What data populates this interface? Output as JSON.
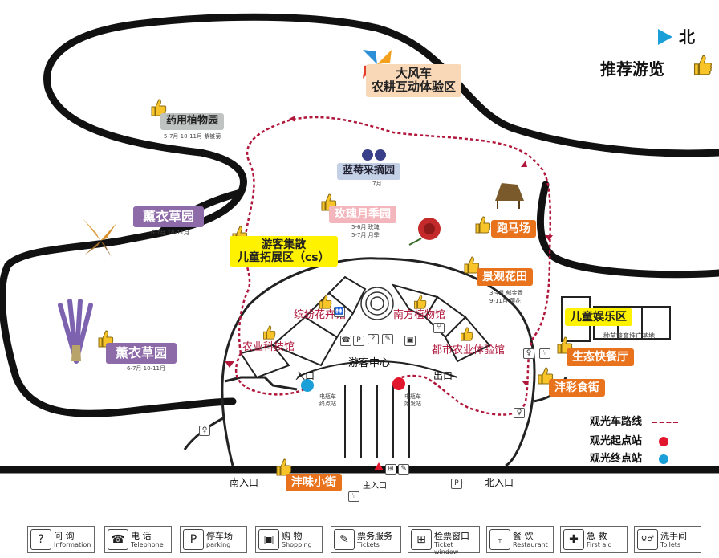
{
  "header": {
    "north": "北",
    "recommend": "推荐游览"
  },
  "zones": {
    "windmill": {
      "line1": "大风车",
      "line2": "农耕互动体验区"
    },
    "herb": {
      "name": "药用植物园",
      "note": "5-7月 10-11月 紫锥菊"
    },
    "blueberry": {
      "name": "蓝莓采摘园",
      "note": "7月"
    },
    "lavender_top": {
      "name": "薰衣草园",
      "note": "6-7月 10-11月"
    },
    "lavender_bottom": {
      "name": "薰衣草园",
      "note": "6-7月 10-11月"
    },
    "rose": {
      "name": "玫瑰月季园",
      "note1": "5-6月 玫瑰",
      "note2": "5-7月 月季"
    },
    "horse": {
      "name": "跑马场"
    },
    "gathering": {
      "line1": "游客集散",
      "line2": "儿童拓展区（cs）"
    },
    "flower_field": {
      "name": "景观花田",
      "note1": "3-4月 郁金香",
      "note2": "9-11月 菊花"
    },
    "kids_fun": {
      "name": "儿童娱乐区"
    },
    "nursery": {
      "name": "种苗繁育推广基地"
    },
    "eco_food": {
      "name": "生态快餐厅"
    },
    "food_street": {
      "name": "沣彩食街"
    },
    "flower_hall": {
      "name": "缤纷花卉馆"
    },
    "south_plant": {
      "name": "南方植物馆"
    },
    "agri_tech": {
      "name": "农业科技馆"
    },
    "urban_agri": {
      "name": "都市农业体验馆"
    },
    "visitor_center": {
      "name": "游客中心"
    },
    "entry": {
      "name": "入口"
    },
    "exit": {
      "name": "出口"
    },
    "end_station": {
      "line1": "电瓶车",
      "line2": "终点站"
    },
    "start_station": {
      "line1": "电瓶车",
      "line2": "始发站"
    },
    "flavor_street": {
      "name": "沣味小街"
    },
    "south_entrance": {
      "name": "南入口"
    },
    "main_entrance": {
      "name": "主入口"
    },
    "north_entrance": {
      "name": "北入口"
    }
  },
  "legend": {
    "route": "观光车路线",
    "start": "观光起点站",
    "end": "观光终点站",
    "route_color": "#b0173b",
    "start_color": "#e2162c",
    "end_color": "#1a9fd8"
  },
  "services": [
    {
      "icon": "?",
      "zh": "问 询",
      "en": "Information"
    },
    {
      "icon": "☎",
      "zh": "电 话",
      "en": "Telephone"
    },
    {
      "icon": "P",
      "zh": "停车场",
      "en": "parking"
    },
    {
      "icon": "▣",
      "zh": "购 物",
      "en": "Shopping"
    },
    {
      "icon": "✎",
      "zh": "票务服务",
      "en": "Tickets"
    },
    {
      "icon": "⊞",
      "zh": "检票窗口",
      "en": "Ticket window"
    },
    {
      "icon": "⑂",
      "zh": "餐 饮",
      "en": "Restaurant"
    },
    {
      "icon": "✚",
      "zh": "急 救",
      "en": "First aid"
    },
    {
      "icon": "♀♂",
      "zh": "洗手间",
      "en": "Toilets"
    }
  ],
  "colors": {
    "gray_tag": "#8a8f90",
    "purple_tag": "#8d6aa8",
    "blue_tag": "#b9c6dd",
    "pink_tag": "#f4b6bd",
    "orange_tag": "#e9731d",
    "yellow_tag": "#fff200"
  }
}
